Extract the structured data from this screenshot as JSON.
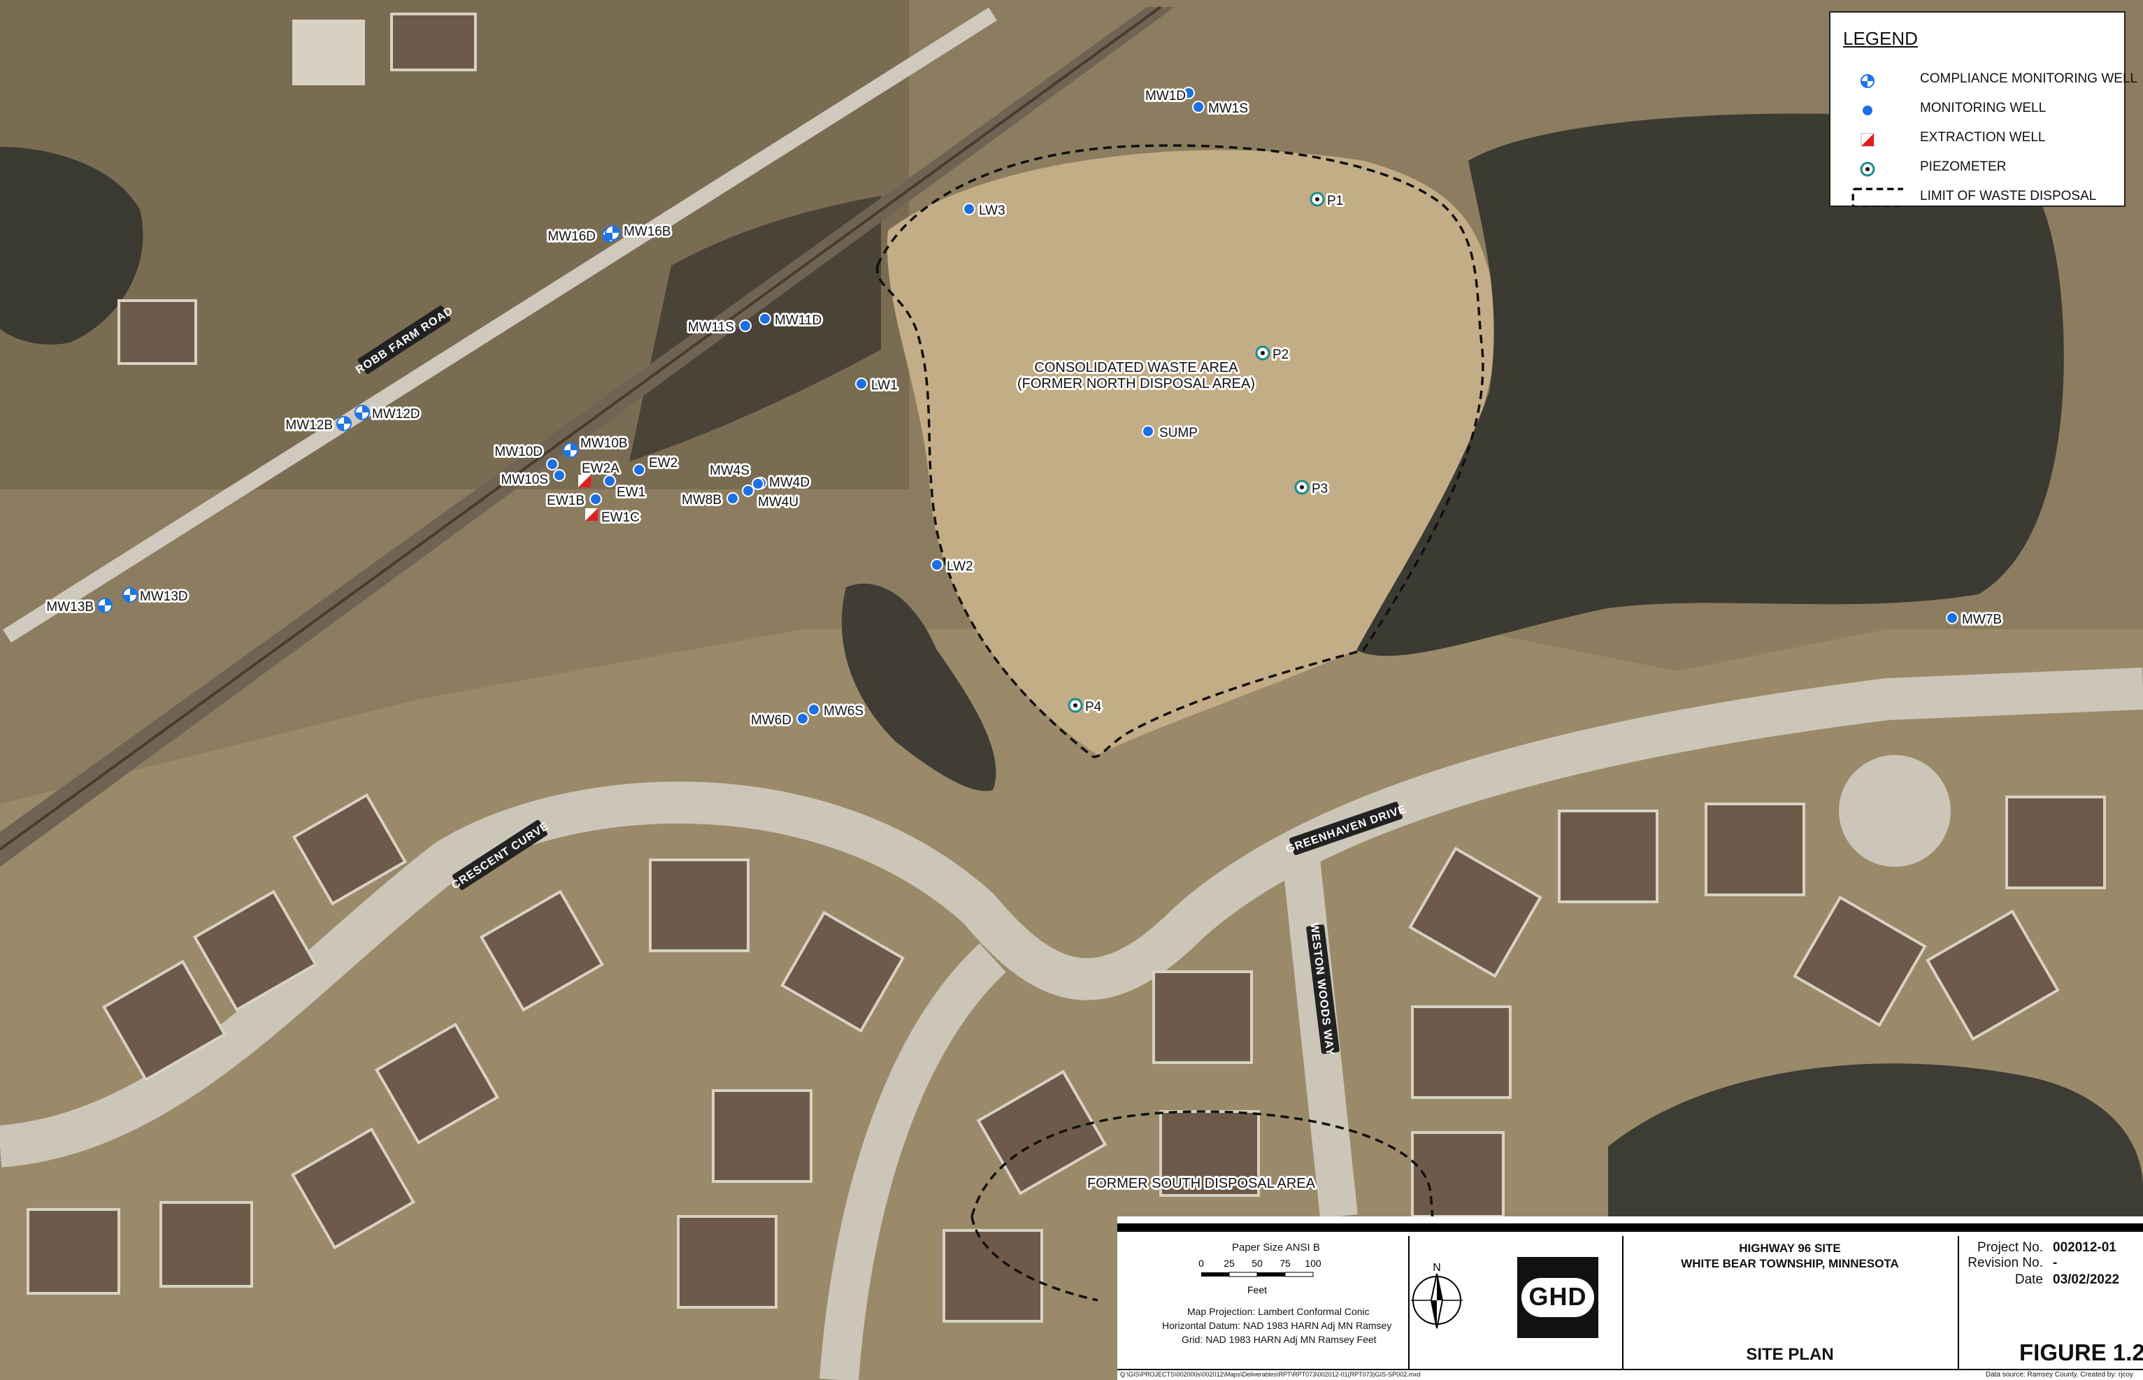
{
  "legend": {
    "title": "LEGEND",
    "items": [
      {
        "label": "COMPLIANCE MONITORING WELL",
        "symbol": "compliance-well"
      },
      {
        "label": "MONITORING WELL",
        "symbol": "monitoring-well"
      },
      {
        "label": "EXTRACTION WELL",
        "symbol": "extraction-well"
      },
      {
        "label": "PIEZOMETER",
        "symbol": "piezometer"
      },
      {
        "label": "LIMIT OF WASTE DISPOSAL",
        "symbol": "waste-limit"
      }
    ]
  },
  "wells": [
    {
      "id": "MW1D",
      "type": "monitoring"
    },
    {
      "id": "MW1S",
      "type": "monitoring"
    },
    {
      "id": "LW3",
      "type": "monitoring"
    },
    {
      "id": "P1",
      "type": "piezometer"
    },
    {
      "id": "MW16D",
      "type": "compliance"
    },
    {
      "id": "MW16B",
      "type": "compliance"
    },
    {
      "id": "MW11S",
      "type": "monitoring"
    },
    {
      "id": "MW11D",
      "type": "monitoring"
    },
    {
      "id": "P2",
      "type": "piezometer"
    },
    {
      "id": "LW1",
      "type": "monitoring"
    },
    {
      "id": "MW12B",
      "type": "compliance"
    },
    {
      "id": "MW12D",
      "type": "compliance"
    },
    {
      "id": "SUMP",
      "type": "monitoring"
    },
    {
      "id": "MW10D",
      "type": "monitoring"
    },
    {
      "id": "MW10B",
      "type": "compliance"
    },
    {
      "id": "EW2",
      "type": "monitoring"
    },
    {
      "id": "MW10S",
      "type": "monitoring"
    },
    {
      "id": "EW2A",
      "type": "extraction"
    },
    {
      "id": "MW4S",
      "type": "monitoring"
    },
    {
      "id": "MW4D",
      "type": "monitoring"
    },
    {
      "id": "EW1",
      "type": "monitoring"
    },
    {
      "id": "MW8B",
      "type": "monitoring"
    },
    {
      "id": "EW1B",
      "type": "monitoring"
    },
    {
      "id": "MW4U",
      "type": "monitoring"
    },
    {
      "id": "P3",
      "type": "piezometer"
    },
    {
      "id": "EW1C",
      "type": "extraction"
    },
    {
      "id": "LW2",
      "type": "monitoring"
    },
    {
      "id": "MW13B",
      "type": "compliance"
    },
    {
      "id": "MW13D",
      "type": "compliance"
    },
    {
      "id": "MW7B",
      "type": "monitoring"
    },
    {
      "id": "P4",
      "type": "piezometer"
    },
    {
      "id": "MW6D",
      "type": "monitoring"
    },
    {
      "id": "MW6S",
      "type": "monitoring"
    }
  ],
  "areas": {
    "north_line1": "CONSOLIDATED WASTE AREA",
    "north_line2": "(FORMER NORTH DISPOSAL AREA)",
    "south": "FORMER SOUTH DISPOSAL AREA"
  },
  "roads": {
    "robb_farm": "ROBB FARM ROAD",
    "crescent": "CRESCENT CURVE",
    "greenhaven": "GREENHAVEN DRIVE",
    "weston_woods": "WESTON WOODS WAY"
  },
  "title_block": {
    "paper_size": "Paper Size ANSI B",
    "scale_ticks": [
      "0",
      "25",
      "50",
      "75",
      "100"
    ],
    "scale_unit": "Feet",
    "projection": "Map Projection: Lambert Conformal Conic",
    "horizontal_datum": "Horizontal Datum:  NAD 1983 HARN Adj MN Ramsey",
    "grid": "Grid: NAD 1983 HARN Adj MN Ramsey Feet",
    "north": "N",
    "logo": "GHD",
    "site_line1": "HIGHWAY 96 SITE",
    "site_line2": "WHITE BEAR TOWNSHIP, MINNESOTA",
    "plan_title": "SITE PLAN",
    "project_no_label": "Project No.",
    "project_no": "002012-01",
    "revision_label": "Revision No.",
    "revision": "-",
    "date_label": "Date",
    "date": "03/02/2022",
    "figure": "FIGURE 1.2",
    "file_path": "Q:\\GIS\\PROJECTS\\002000s\\002012\\Maps\\Deliverables\\RPT\\RPT073\\002012-01(RPT073)GIS-SP002.mxd",
    "data_source": "Data source:  Ramsey County.  Created by: rjcoy"
  },
  "colors": {
    "compliance": "#1e73e8",
    "monitoring": "#1e6fe0",
    "extraction": "#e11f1f",
    "piezometer": "#1d8a8a",
    "water": "#3b3a33",
    "grass_dry": "#bfa77f",
    "road": "#c9c4b8",
    "roof": "#6e5a4a"
  }
}
